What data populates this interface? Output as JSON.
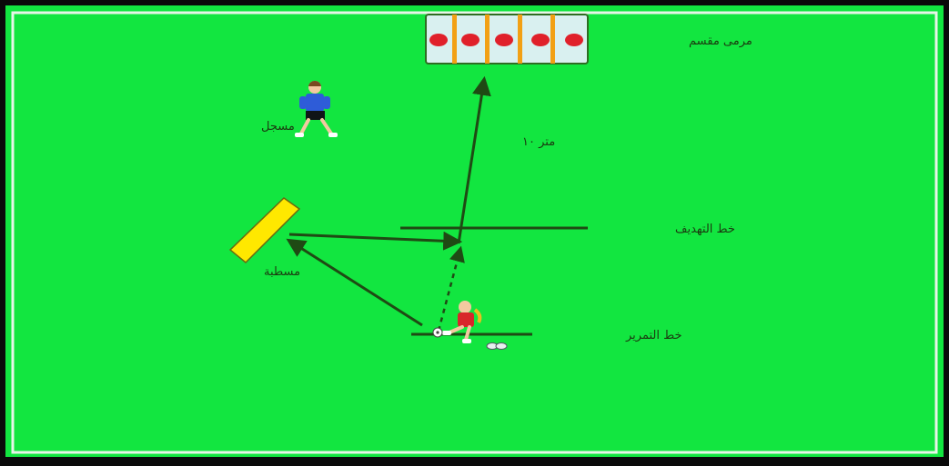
{
  "colors": {
    "field": "#12e640",
    "frame": "#0a0a0a",
    "boundary": "#e8f5e8",
    "line": "#1f4a14",
    "mat": "#ffe800",
    "goal_stripe": "#f2a014",
    "target_dot": "#e0202a",
    "goal_bg": "#d9f0f0"
  },
  "labels": {
    "goal": "مرمى مقسم",
    "scorer": "مسجل",
    "distance": "متر ١٠",
    "aim_line": "خط التهديف",
    "mat": "مسطبة",
    "pass_line": "خط التمرير"
  },
  "icons": {
    "scorer_figure": "player-icon",
    "passer_figure": "kicking-player-icon",
    "ball": "ball-icon"
  }
}
